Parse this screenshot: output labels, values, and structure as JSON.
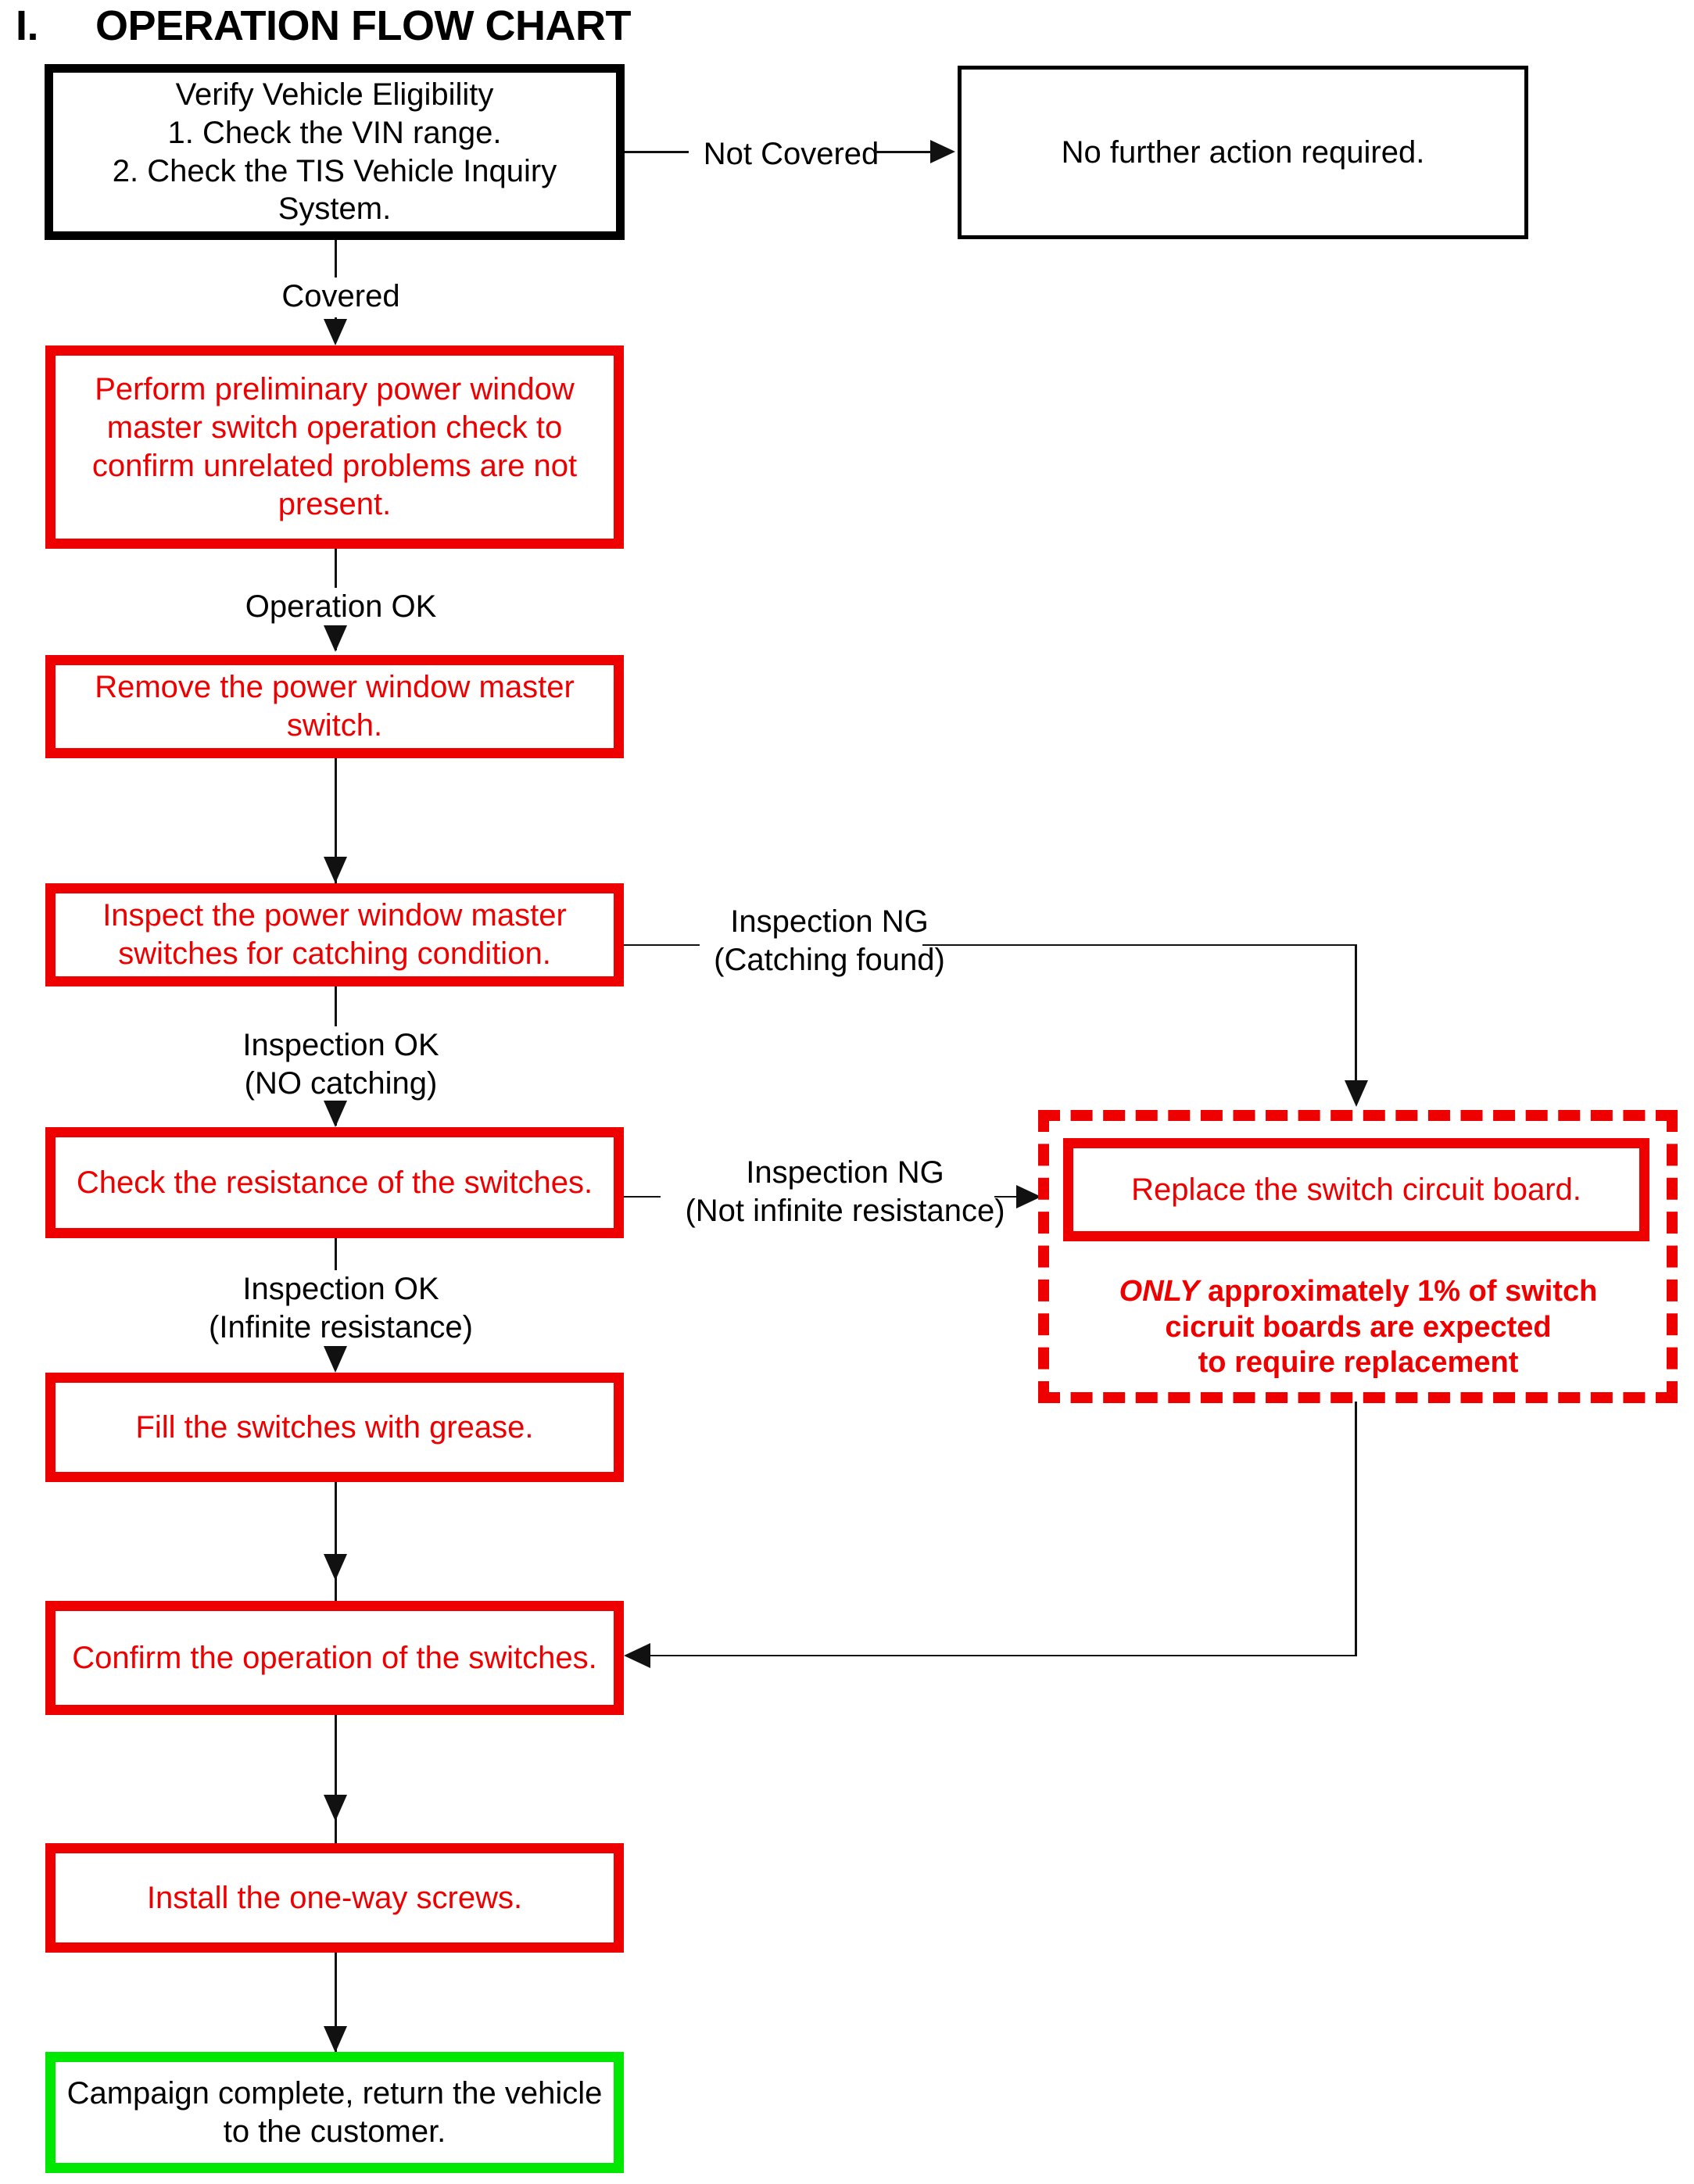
{
  "title": {
    "number": "I.",
    "text": "OPERATION FLOW CHART"
  },
  "nodes": {
    "verify": "Verify Vehicle Eligibility\n1. Check the VIN range.\n2. Check the TIS Vehicle Inquiry System.",
    "no_action": "No further action required.",
    "preliminary": "Perform preliminary power window master switch operation check to confirm unrelated problems are not present.",
    "remove_switch": "Remove the power window master switch.",
    "inspect_catching": "Inspect the power window master switches for catching condition.",
    "check_resistance": "Check the resistance of the switches.",
    "replace_board": "Replace the switch circuit board.",
    "fill_grease": "Fill the switches with grease.",
    "confirm_operation": "Confirm the operation of the switches.",
    "install_screws": "Install the one-way screws.",
    "campaign_complete": "Campaign complete, return the vehicle to the customer."
  },
  "note": {
    "emphasis": "ONLY",
    "rest": " approximately 1% of switch\ncicruit boards are expected\nto require replacement"
  },
  "edges": {
    "not_covered": "Not Covered",
    "covered": "Covered",
    "operation_ok": "Operation OK",
    "inspection_ng_catching": "Inspection NG\n(Catching found)",
    "inspection_ok_no_catching": "Inspection OK\n(NO catching)",
    "inspection_ng_resistance": "Inspection NG\n(Not infinite resistance)",
    "inspection_ok_infinite": "Inspection OK\n(Infinite resistance)"
  },
  "colors": {
    "red": "#ee0000",
    "green": "#00e800",
    "black": "#000000",
    "line": "#111111"
  }
}
